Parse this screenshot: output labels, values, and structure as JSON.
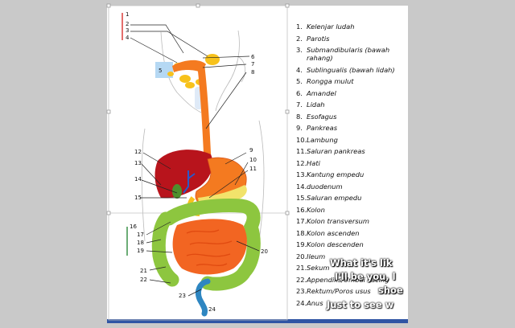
{
  "slide": {
    "figure_labels": [
      "1",
      "2",
      "3",
      "4",
      "5",
      "6",
      "7",
      "8",
      "9",
      "10",
      "11",
      "12",
      "13",
      "14",
      "15",
      "16",
      "17",
      "18",
      "19",
      "20",
      "21",
      "22",
      "23",
      "24"
    ],
    "legend": [
      {
        "num": "1.",
        "text": "Kelenjar ludah"
      },
      {
        "num": "2.",
        "text": "Parotis"
      },
      {
        "num": "3.",
        "text": "Submandibularis (bawah rahang)"
      },
      {
        "num": "4.",
        "text": "Sublingualis (bawah lidah)"
      },
      {
        "num": "5.",
        "text": "Rongga mulut"
      },
      {
        "num": "6.",
        "text": "Amandel"
      },
      {
        "num": "7.",
        "text": "Lidah"
      },
      {
        "num": "8.",
        "text": "Esofagus"
      },
      {
        "num": "9.",
        "text": "Pankreas"
      },
      {
        "num": "10.",
        "text": "Lambung"
      },
      {
        "num": "11.",
        "text": "Saluran pankreas"
      },
      {
        "num": "12.",
        "text": "Hati"
      },
      {
        "num": "13.",
        "text": "Kantung empedu"
      },
      {
        "num": "14.",
        "text": "duodenum"
      },
      {
        "num": "15.",
        "text": "Saluran empedu"
      },
      {
        "num": "16.",
        "text": "Kolon"
      },
      {
        "num": "17.",
        "text": "Kolon transversum"
      },
      {
        "num": "18.",
        "text": "Kolon ascenden"
      },
      {
        "num": "19.",
        "text": "Kolon descenden"
      },
      {
        "num": "20.",
        "text": "Ileum"
      },
      {
        "num": "21.",
        "text": "Sekum"
      },
      {
        "num": "22.",
        "text": "Appendiks/Umbai cacing"
      },
      {
        "num": "23.",
        "text": "Rektum/Poros usus"
      },
      {
        "num": "24.",
        "text": "Anus"
      }
    ]
  },
  "karaoke": [
    "What it's lik",
    "I'll be you, l",
    "shoe",
    "Just to see w"
  ],
  "colors": {
    "background": "#c9c9c9",
    "slide": "#ffffff",
    "accent_bar": "#2f55a4",
    "esophagus": "#f47a20",
    "liver": "#b8141c",
    "colon": "#8dc63f",
    "small_intestine": "#f26522",
    "rectum": "#2e86c1",
    "glands": "#f7c21c",
    "mouth_box": "#b5d8f3"
  }
}
